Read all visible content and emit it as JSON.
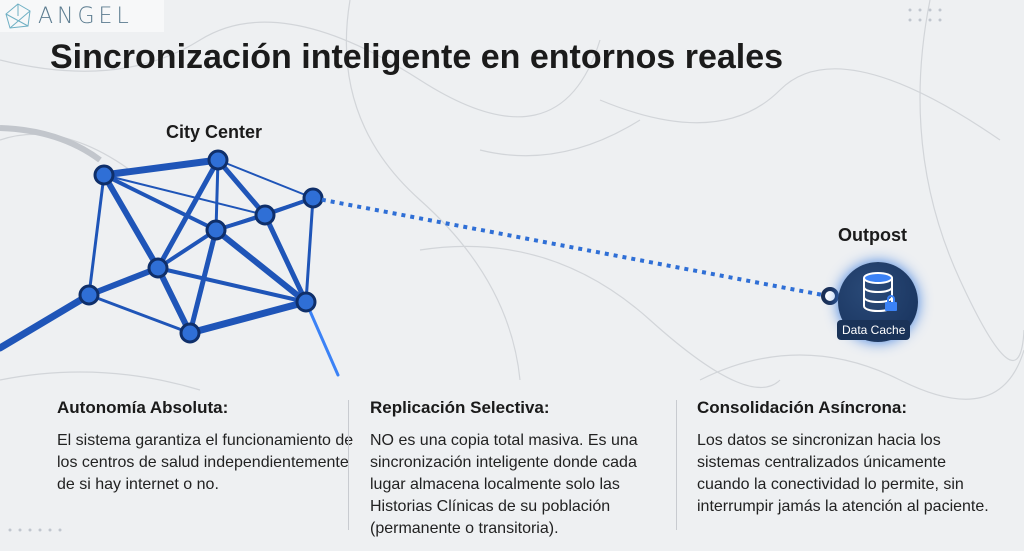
{
  "logo": {
    "text": "ANGEL"
  },
  "title": "Sincronización inteligente en entornos reales",
  "diagram": {
    "city_label": "City Center",
    "outpost_label": "Outpost",
    "cache_label": "Data Cache"
  },
  "columns": [
    {
      "heading": "Autonomía Absoluta:",
      "body": "El sistema garantiza el funcionamiento de los centros de salud independientemente de si hay internet o no."
    },
    {
      "heading": "Replicación Selectiva:",
      "body": "NO es una copia total masiva. Es una sincronización inteligente donde cada lugar almacena localmente solo las Historias Clínicas de su población (permanente o transitoria)."
    },
    {
      "heading": "Consolidación Asíncrona:",
      "body": "Los datos se sincronizan hacia los sistemas centralizados únicamente cuando la conectividad lo permite, sin interrumpir jamás la atención al paciente."
    }
  ],
  "colors": {
    "node": "#2f6fd6",
    "link": "#1f55b8",
    "accent": "#3b82f6"
  }
}
